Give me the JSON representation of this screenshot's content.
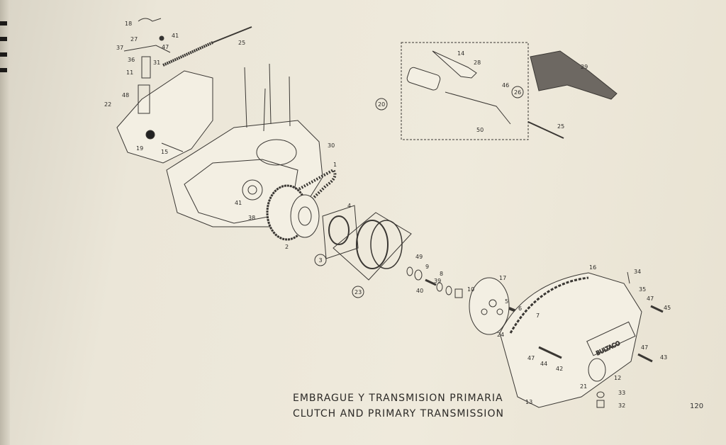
{
  "caption": {
    "spanish": "EMBRAGUE Y TRANSMISION  PRIMARIA",
    "english": "CLUTCH  AND  PRIMARY  TRANSMISSION"
  },
  "page_number": "120",
  "callouts": [
    "18",
    "41",
    "47",
    "27",
    "37",
    "36",
    "31",
    "11",
    "25",
    "48",
    "22",
    "19",
    "15",
    "30",
    "1",
    "41",
    "38",
    "2",
    "4",
    "3",
    "23",
    "49",
    "9",
    "8",
    "40",
    "39",
    "10",
    "17",
    "5",
    "6",
    "7",
    "24",
    "16",
    "34",
    "35",
    "47",
    "45",
    "47",
    "43",
    "47",
    "44",
    "42",
    "12",
    "21",
    "33",
    "32",
    "13",
    "14",
    "28",
    "46",
    "26",
    "20",
    "50",
    "25",
    "29"
  ],
  "circled_callouts": [
    "3",
    "23",
    "26",
    "20"
  ],
  "cover_logo": "BULTACO"
}
